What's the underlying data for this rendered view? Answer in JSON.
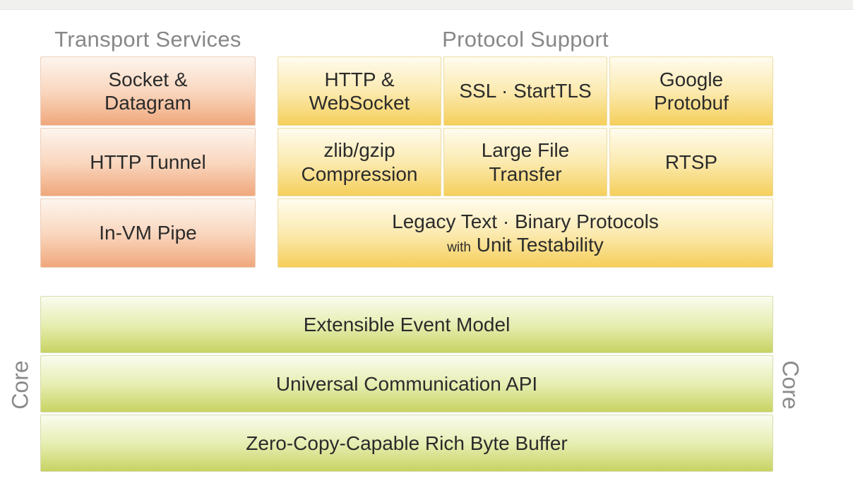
{
  "page": {
    "background_color": "#ffffff",
    "top_strip_color": "#f0f0ee"
  },
  "transport": {
    "heading": "Transport Services",
    "accent_color": "#f0a77c",
    "boxes": [
      {
        "label": "Socket &\nDatagram"
      },
      {
        "label": "HTTP Tunnel"
      },
      {
        "label": "In-VM Pipe"
      }
    ]
  },
  "protocol": {
    "heading": "Protocol Support",
    "accent_color": "#f5cf5b",
    "boxes": [
      {
        "label": "HTTP &\nWebSocket"
      },
      {
        "label": "SSL · StartTLS"
      },
      {
        "label": "Google\nProtobuf"
      },
      {
        "label": "zlib/gzip\nCompression"
      },
      {
        "label": "Large File\nTransfer"
      },
      {
        "label": "RTSP"
      }
    ],
    "legacy": {
      "line1": "Legacy Text · Binary Protocols",
      "line2_small": "with",
      "line2_main": "Unit Testability"
    }
  },
  "core": {
    "label_left": "Core",
    "label_right": "Core",
    "accent_color": "#c8d363",
    "boxes": [
      {
        "label": "Extensible Event Model"
      },
      {
        "label": "Universal Communication API"
      },
      {
        "label": "Zero-Copy-Capable Rich Byte Buffer"
      }
    ]
  }
}
